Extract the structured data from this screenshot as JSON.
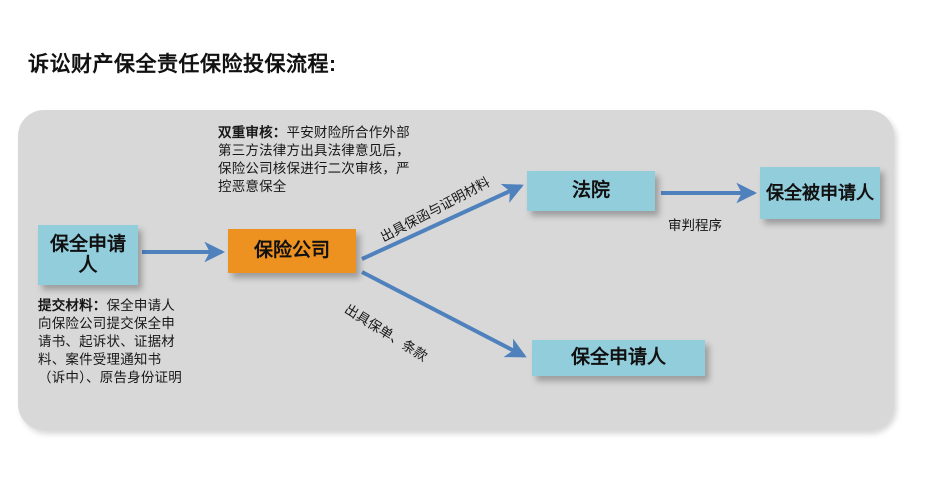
{
  "title": "诉讼财产保全责任保险投保流程:",
  "colors": {
    "panel_background": "#d8d8d8",
    "node_blue": "#92cddc",
    "node_orange": "#ed9121",
    "arrow_blue": "#4f81bd",
    "text": "#171717",
    "page_background": "#ffffff"
  },
  "nodes": [
    {
      "id": "applicant",
      "label": "保全申请人",
      "color": "#92cddc"
    },
    {
      "id": "insurer",
      "label": "保险公司",
      "color": "#ed9121"
    },
    {
      "id": "court",
      "label": "法院",
      "color": "#92cddc"
    },
    {
      "id": "respondent",
      "label": "保全被申请人",
      "color": "#92cddc"
    },
    {
      "id": "applicant_2",
      "label": "保全申请人",
      "color": "#92cddc"
    }
  ],
  "edges": [
    {
      "id": "applicant-to-insurer",
      "label": ""
    },
    {
      "id": "insurer-to-court",
      "label": "出具保函与证明材料"
    },
    {
      "id": "insurer-to-applicant2",
      "label": "出具保单、条款"
    },
    {
      "id": "court-to-respondent",
      "label": "审判程序"
    }
  ],
  "annotations": {
    "dual_review": {
      "heading": "双重审核：",
      "body": "平安财险所合作外部第三方法律方出具法律意见后，保险公司核保进行二次审核，严控恶意保全"
    },
    "submit_materials": {
      "heading": "提交材料：",
      "body": "保全申请人向保险公司提交保全申请书、起诉状、证据材料、案件受理通知书（诉中）、原告身份证明"
    }
  }
}
